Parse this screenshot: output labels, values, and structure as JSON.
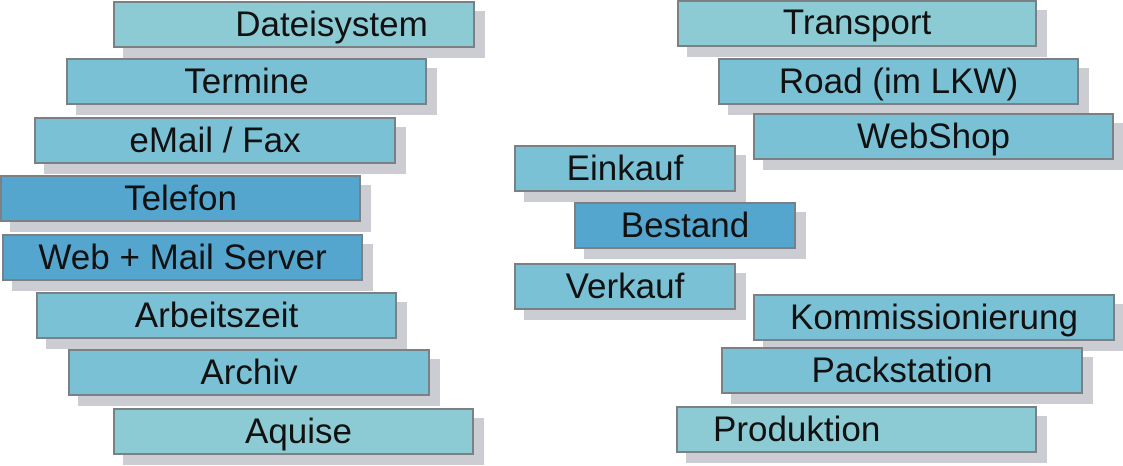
{
  "diagram": {
    "left_column": [
      {
        "label": "Dateisystem",
        "style": "light"
      },
      {
        "label": "Termine",
        "style": "medium"
      },
      {
        "label": "eMail / Fax",
        "style": "medium"
      },
      {
        "label": "Telefon",
        "style": "dark"
      },
      {
        "label": "Web + Mail Server",
        "style": "dark"
      },
      {
        "label": "Arbeitszeit",
        "style": "medium"
      },
      {
        "label": "Archiv",
        "style": "medium"
      },
      {
        "label": "Aquise",
        "style": "light"
      }
    ],
    "center_column": [
      {
        "label": "Einkauf",
        "style": "medium"
      },
      {
        "label": "Bestand",
        "style": "dark"
      },
      {
        "label": "Verkauf",
        "style": "medium"
      }
    ],
    "right_column": [
      {
        "label": "Transport",
        "style": "light"
      },
      {
        "label": "Road (im LKW)",
        "style": "medium"
      },
      {
        "label": "WebShop",
        "style": "medium"
      },
      {
        "label": "Kommissionierung",
        "style": "medium"
      },
      {
        "label": "Packstation",
        "style": "medium"
      },
      {
        "label": "Produktion",
        "style": "light"
      }
    ],
    "colors": {
      "light": "#8ccbd4",
      "medium": "#7bc1d5",
      "dark": "#54a6cf",
      "border": "#7a8084",
      "shadow": "#cccdd2",
      "text": "#111111"
    }
  }
}
